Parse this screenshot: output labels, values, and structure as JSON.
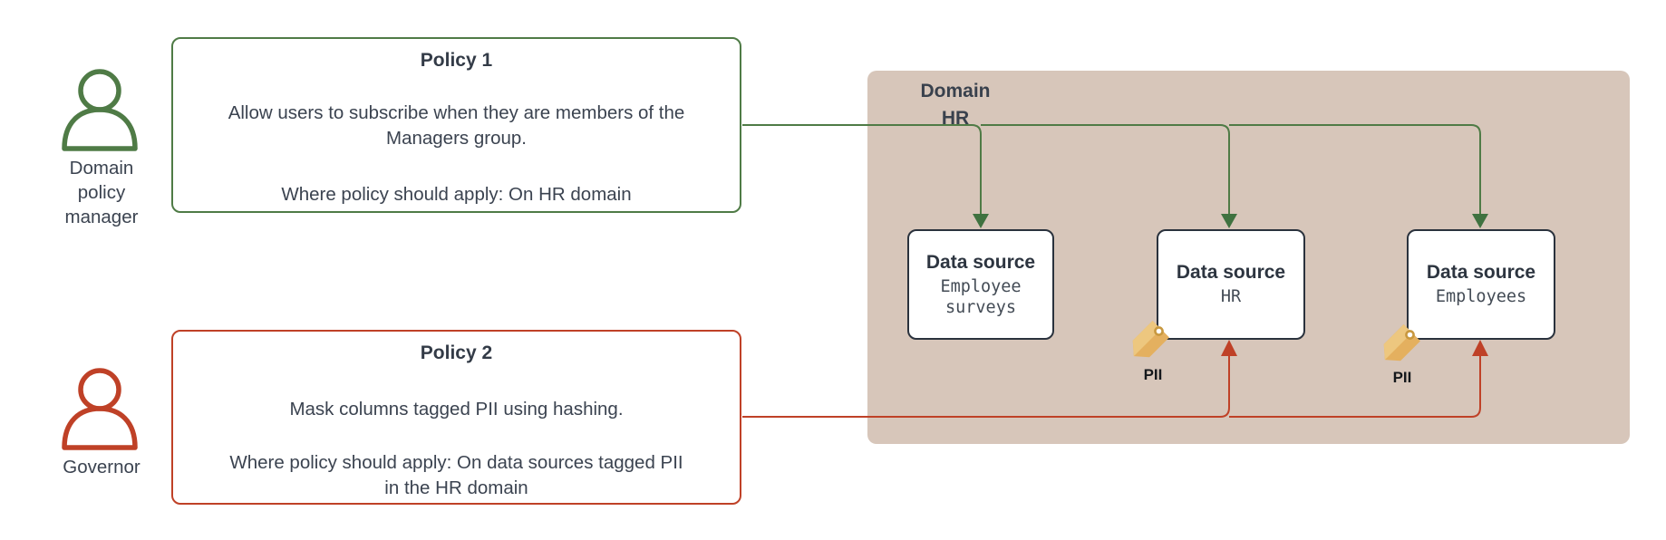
{
  "actors": [
    {
      "role": "Domain policy manager",
      "label": "Domain\npolicy\nmanager",
      "color": "#4F7B46"
    },
    {
      "role": "Governor",
      "label": "Governor",
      "color": "#BF4127"
    }
  ],
  "policies": [
    {
      "title": "Policy 1",
      "body": "Allow users to subscribe when they are members of the\nManagers group.",
      "apply": "Where policy should apply: On HR domain",
      "color": "#4F7B46",
      "targets": [
        "Employee surveys",
        "HR",
        "Employees"
      ]
    },
    {
      "title": "Policy 2",
      "body": "Mask columns tagged PII using hashing.",
      "apply": "Where  policy should apply: On data sources tagged PII\nin the HR domain",
      "color": "#BF4127",
      "targets": [
        "HR",
        "Employees"
      ]
    }
  ],
  "domain": {
    "title": "Domain",
    "name": "HR",
    "fill": "#D7C6BA"
  },
  "data_sources": [
    {
      "title": "Data source",
      "name": "Employee\nsurveys",
      "pii_tag": null
    },
    {
      "title": "Data source",
      "name": "HR",
      "pii_tag": "PII"
    },
    {
      "title": "Data source",
      "name": "Employees",
      "pii_tag": "PII"
    }
  ],
  "icons": {
    "actor": "person-icon",
    "pii": "tag-icon"
  },
  "colors": {
    "policy1_green": "#4F7B46",
    "policy2_red": "#BF4127",
    "domain_fill": "#D7C6BA",
    "card_border": "#2A323D",
    "text_dark": "#3B4350",
    "tag_gold": "#E4B05F",
    "tag_gold_light": "#EDC77F"
  }
}
